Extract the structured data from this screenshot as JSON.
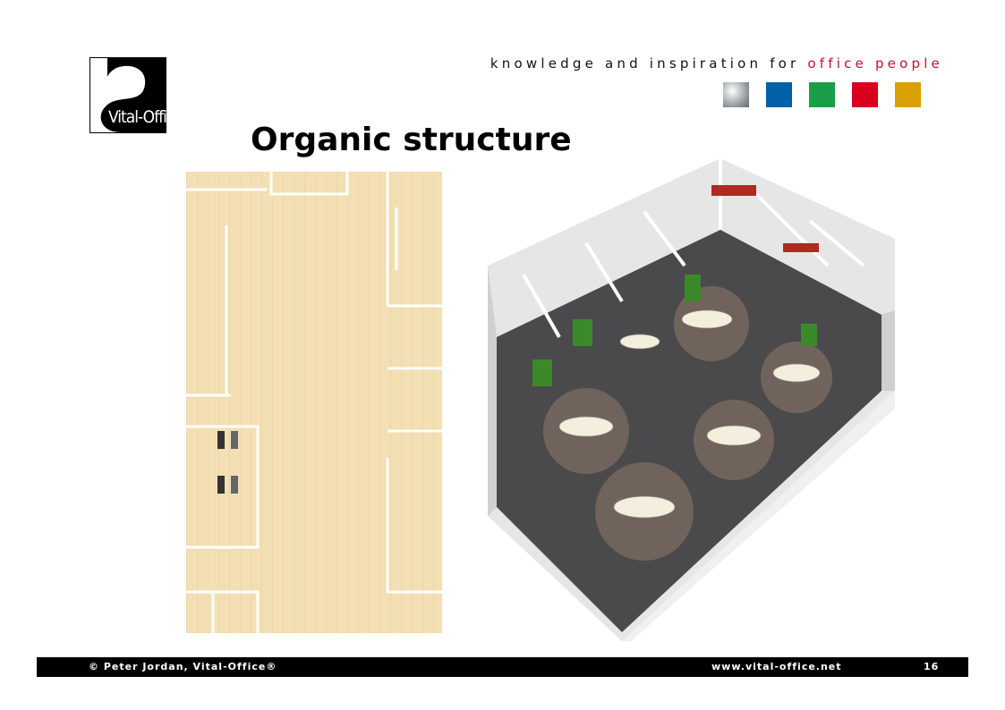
{
  "header": {
    "logo_text": "Vital-Office®",
    "tagline_prefix": "knowledge and inspiration for",
    "tagline_highlight": "office people",
    "color_squares": [
      "#a9adb2",
      "#0060a8",
      "#1a9e48",
      "#d8001c",
      "#d8a000"
    ]
  },
  "title": "Organic structure",
  "images": {
    "left": "floor-plan",
    "right": "3d-office-render"
  },
  "footer": {
    "copyright": "© Peter Jordan, Vital-Office®",
    "url": "www.vital-office.net",
    "page_number": "16"
  }
}
